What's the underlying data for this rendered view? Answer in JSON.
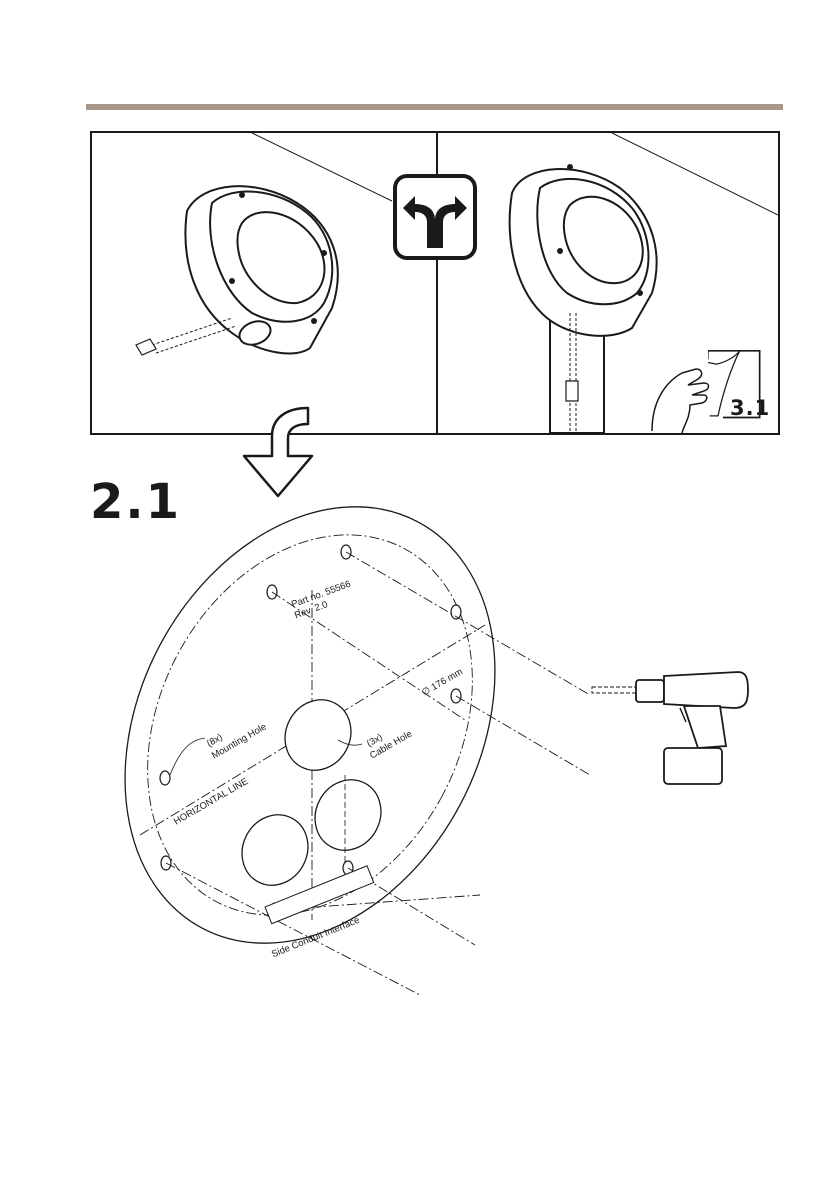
{
  "step": {
    "title": "2.1",
    "reference_step": "3.1"
  },
  "template": {
    "part_no": "Part no. 55566",
    "rev": "Rev. 2.0",
    "diameter": "∅ 176 mm",
    "mounting_hole_count": "(8x)",
    "mounting_hole_label": "Mounting Hole",
    "cable_hole_count": "(3x)",
    "cable_hole_label": "Cable Hole",
    "horizontal_line": "HORIZONTAL LINE",
    "side_conduit": "Side Conduit Interface"
  },
  "icons": {
    "choice": "split-arrow-icon",
    "reference": "page-turn-icon",
    "flow": "curved-down-arrow-icon",
    "tool": "power-drill-icon",
    "camera": "dome-camera-icon"
  },
  "colors": {
    "rule": "#a9968a",
    "ink": "#1a1a1a"
  }
}
